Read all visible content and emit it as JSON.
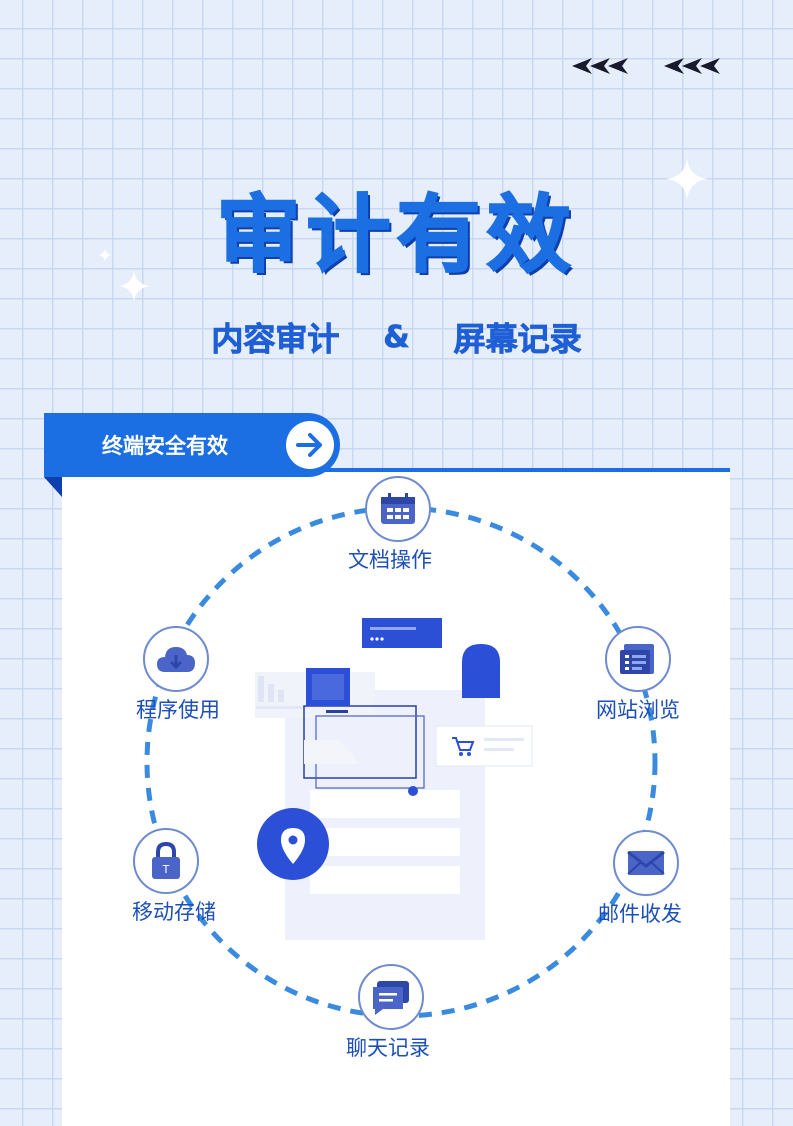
{
  "title": "审计有效",
  "subtitle": {
    "left": "内容审计",
    "amp": "&",
    "right": "屏幕记录"
  },
  "banner": {
    "text": "终端安全有效",
    "button_icon": "arrow-right-icon"
  },
  "nodes": {
    "doc_ops": {
      "label": "文档操作",
      "icon": "calendar-icon"
    },
    "web_browse": {
      "label": "网站浏览",
      "icon": "webpage-checklist-icon"
    },
    "email": {
      "label": "邮件收发",
      "icon": "envelope-icon"
    },
    "chat": {
      "label": "聊天记录",
      "icon": "chat-bubble-icon"
    },
    "storage": {
      "label": "移动存储",
      "icon": "lock-icon"
    },
    "program": {
      "label": "程序使用",
      "icon": "cloud-download-icon"
    }
  },
  "colors": {
    "primary": "#1c6fe3",
    "dark": "#0d3fae",
    "ring": "#3a8be0",
    "background": "#e6eefb"
  }
}
